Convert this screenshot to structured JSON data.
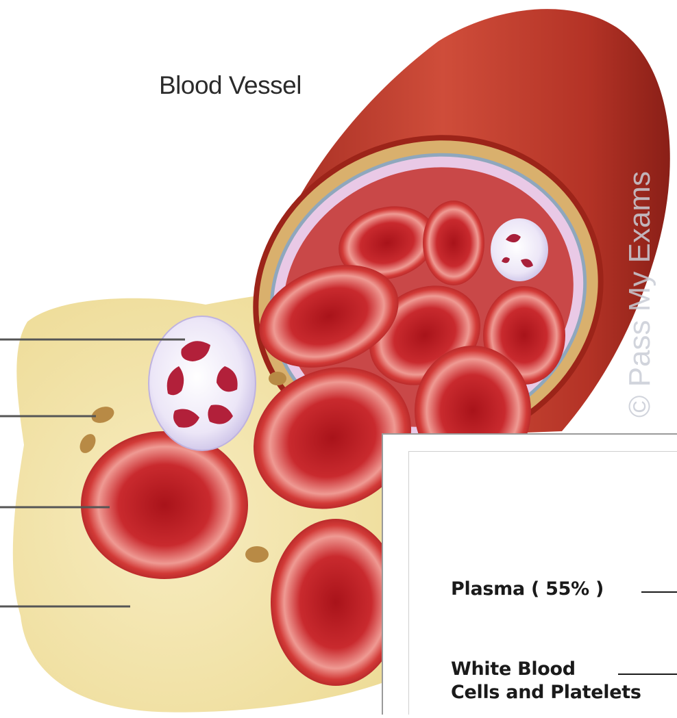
{
  "diagram": {
    "title": "Blood Vessel",
    "watermark": "© Pass My Exams",
    "colors": {
      "vessel_outer": "#c0392b",
      "vessel_shadow": "#8e2119",
      "plasma": "#f3e3a4",
      "red_cell": "#c0262b",
      "white_cell": "#ece6f7",
      "platelet": "#b88a45"
    },
    "icons": [
      "blood-vessel-icon",
      "red-blood-cell-icon",
      "white-blood-cell-icon",
      "platelet-icon",
      "plasma-icon"
    ]
  },
  "inset": {
    "labels": [
      {
        "text": "Plasma ( 55% )"
      },
      {
        "text": "White Blood"
      },
      {
        "text": "Cells and Platelets"
      }
    ]
  }
}
